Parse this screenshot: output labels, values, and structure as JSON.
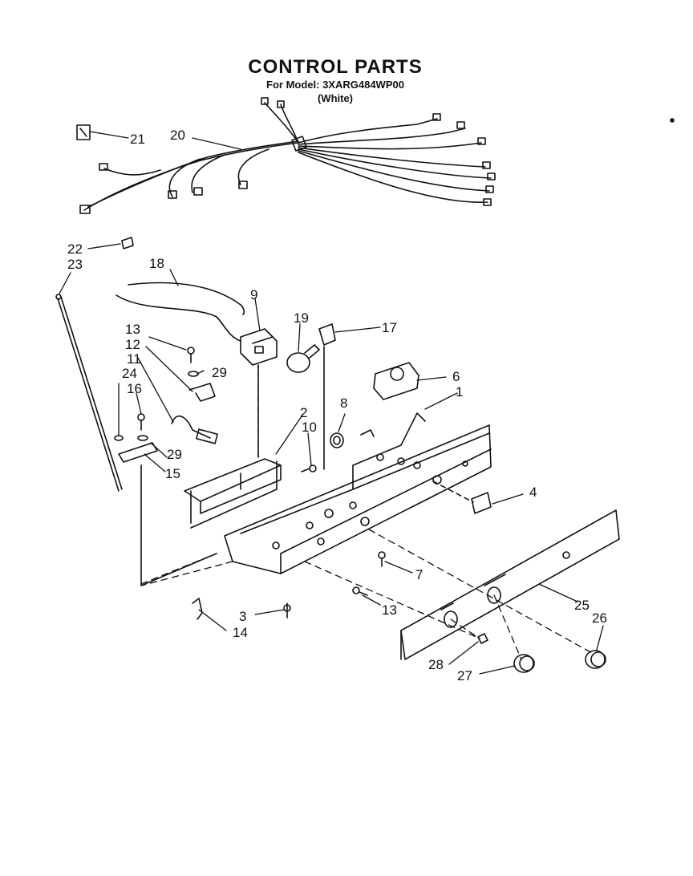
{
  "header": {
    "title": "CONTROL PARTS",
    "model_line": "For Model: 3XARG484WP00",
    "color_line": "(White)"
  },
  "callouts": [
    {
      "key": "c21",
      "label": "21"
    },
    {
      "key": "c20",
      "label": "20"
    },
    {
      "key": "c22",
      "label": "22"
    },
    {
      "key": "c23",
      "label": "23"
    },
    {
      "key": "c18",
      "label": "18"
    },
    {
      "key": "c9",
      "label": "9"
    },
    {
      "key": "c19",
      "label": "19"
    },
    {
      "key": "c17",
      "label": "17"
    },
    {
      "key": "c13a",
      "label": "13"
    },
    {
      "key": "c12",
      "label": "12"
    },
    {
      "key": "c11",
      "label": "11"
    },
    {
      "key": "c24",
      "label": "24"
    },
    {
      "key": "c29a",
      "label": "29"
    },
    {
      "key": "c6",
      "label": "6"
    },
    {
      "key": "c16",
      "label": "16"
    },
    {
      "key": "c1",
      "label": "1"
    },
    {
      "key": "c8",
      "label": "8"
    },
    {
      "key": "c2",
      "label": "2"
    },
    {
      "key": "c10",
      "label": "10"
    },
    {
      "key": "c29b",
      "label": "29"
    },
    {
      "key": "c15",
      "label": "15"
    },
    {
      "key": "c4",
      "label": "4"
    },
    {
      "key": "c7",
      "label": "7"
    },
    {
      "key": "c25",
      "label": "25"
    },
    {
      "key": "c3",
      "label": "3"
    },
    {
      "key": "c13b",
      "label": "13"
    },
    {
      "key": "c26",
      "label": "26"
    },
    {
      "key": "c14",
      "label": "14"
    },
    {
      "key": "c28",
      "label": "28"
    },
    {
      "key": "c27",
      "label": "27"
    }
  ]
}
